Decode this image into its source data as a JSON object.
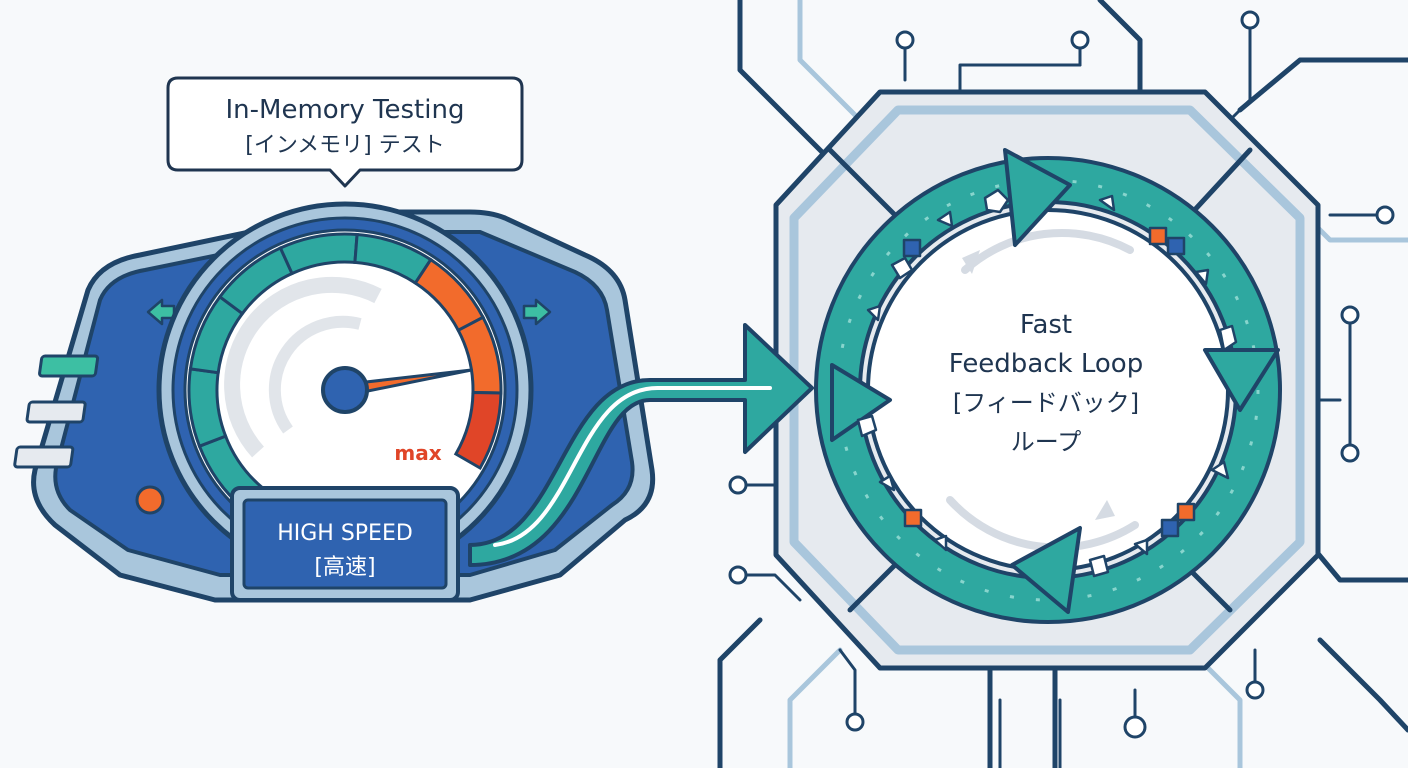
{
  "callout": {
    "line1": "In-Memory Testing",
    "line2": "[インメモリ] テスト"
  },
  "gauge": {
    "max_label": "max",
    "level": 0.85,
    "badge_line1": "HIGH SPEED",
    "badge_line2": "[高速]"
  },
  "loop": {
    "line1": "Fast",
    "line2": "Feedback Loop",
    "line3": "[フィードバック]",
    "line4": "ループ"
  },
  "colors": {
    "navy": "#1d3f66",
    "blue": "#2f63b0",
    "teal": "#2ea8a0",
    "orange": "#f26b2c",
    "red": "#e04528",
    "light_blue": "#a9c6dc",
    "panel_gray": "#e6eaef"
  },
  "icons": {
    "left_arrow": "arrow-left-icon",
    "right_arrow": "arrow-right-icon",
    "speed_needle": "needle-icon",
    "flow_arrow": "flow-arrow-icon",
    "cycle": "cycle-arrows-icon"
  }
}
